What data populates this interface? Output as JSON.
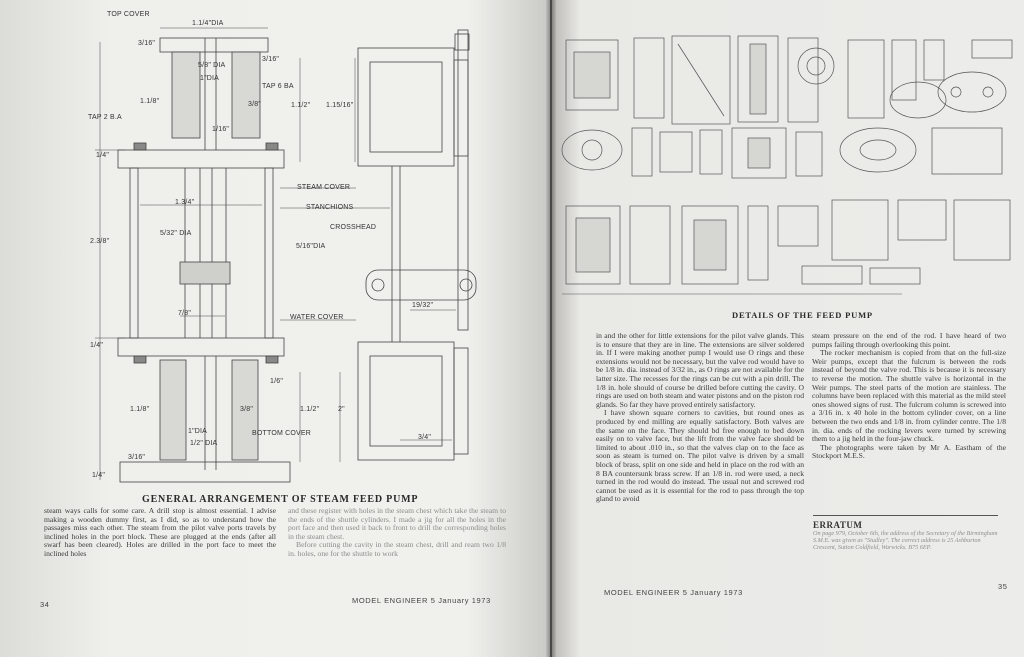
{
  "left_page": {
    "labels": {
      "top_cover": "TOP COVER",
      "dim_1_1_4_dia": "1.1/4\"DIA",
      "dim_3_16_a": "3/16\"",
      "dim_5_8_dia": "5/8\" DIA",
      "dim_1_dia": "1\"DIA",
      "dim_3_16_b": "3/16\"",
      "tap_6ba": "TAP 6 BA",
      "dim_1_1_8": "1.1/8\"",
      "dim_3_8_a": "3/8\"",
      "tap_2ba": "TAP 2 B.A",
      "dim_1_1_2_a": "1.1/2\"",
      "dim_1_15_16": "1.15/16\"",
      "dim_1_16_a": "1/16\"",
      "dim_1_4_a": "1/4\"",
      "steam_cover": "STEAM COVER",
      "dim_1_3_4": "1.3/4\"",
      "stanchions": "STANCHIONS",
      "dim_5_32_dia": "5/32\" DIA",
      "crosshead": "CROSSHEAD",
      "dim_2_3_8": "2.3/8\"",
      "dim_5_16_dia": "5/16\"DIA",
      "dim_7_8": "7/8\"",
      "dim_19_32": "19/32\"",
      "water_cover": "WATER COVER",
      "dim_1_4_b": "1/4\"",
      "dim_1_6": "1/6\"",
      "dim_1_1_8_b": "1.1/8\"",
      "dim_3_8_b": "3/8\"",
      "dim_1_1_2_b": "1.1/2\"",
      "dim_2": "2\"",
      "dim_3_4": "3/4\"",
      "dim_1_dia_b": "1\"DIA",
      "dim_1_2_dia": "1/2\" DIA",
      "bottom_cover": "BOTTOM COVER",
      "dim_3_16_c": "3/16\"",
      "dim_1_4_c": "1/4\""
    },
    "caption": "GENERAL ARRANGEMENT OF STEAM FEED PUMP",
    "col1": "steam ways calls for some care. A drill stop is almost essential. I advise making a wooden dummy first, as I did, so as to understand how the passages miss each other. The steam from the pilot valve ports travels by inclined holes in the port block. These are plugged at the ends (after all swarf has been cleared). Holes are drilled in the port face to meet the inclined holes",
    "col2": "and these register with holes in the steam chest which take the steam to the ends of the shuttle cylinders. I made a jig for all the holes in the port face and then used it back to front to drill the corresponding holes in the steam chest.",
    "col2b": "Before cutting the cavity in the steam chest, drill and ream two 1/8 in. holes, one for the shuttle to work",
    "page_number": "34",
    "footer": "MODEL ENGINEER   5 January 1973"
  },
  "right_page": {
    "caption": "DETAILS OF THE FEED PUMP",
    "col1": [
      "in and the other for little extensions for the pilot valve glands. This is to ensure that they are in line. The extensions are silver soldered in. If I were making another pump I would use O rings and these extensions would not be necessary, but the valve rod would have to be 1/8 in. dia. instead of 3/32 in., as O rings are not available for the latter size. The recesses for the rings can be cut with a pin drill. The 1/8 in. hole should of course be drilled before cutting the cavity. O rings are used on both steam and water pistons and on the piston rod glands. So far they have proved entirely satisfactory.",
      "I have shown square corners to cavities, but round ones as produced by end milling are equally satisfactory. Both valves are the same on the face. They should bd free enough to bed down easily on to valve face, but the lift from the valve face should be limited to about .010 in., so that the valves clap on to the face as soon as steam is turned on. The pilot valve is driven by a small block of brass, split on one side and held in place on the rod with an 8 BA countersunk brass screw. If an 1/8 in. rod were used, a neck turned in the rod would do instead. The usual nut and screwed rod cannot be used as it is essential for the rod to pass through the top gland to avoid"
    ],
    "col2": [
      "steam pressure on the end of the rod. I have heard of two pumps failing through overlooking this point.",
      "The rocker mechanism is copied from that on the full-size Weir pumps, except that the fulcrum is between the rods instead of beyond the valve rod. This is because it is necessary to reverse the motion. The shuttle valve is horizontal in the Weir pumps. The steel parts of the motion are stainless. The columns have been replaced with this material as the mild steel ones showed signs of rust. The fulcrum column is screwed into a 3/16 in. x 40 hole in the bottom cylinder cover, on a line between the two ends and 1/8 in. from cylinder centre. The 1/8 in. dia. ends of the rocking levers were turned by screwing them to a jig held in the four-jaw chuck.",
      "The photographs were taken by Mr A. Eastham of the Stockport M.E.S."
    ],
    "erratum_title": "ERRATUM",
    "erratum_body": "On page 979, October 6th, the address of the Secretary of the Birmingham S.M.E. was given as \"Studley\". The correct address is 25 Ashburton Crescent, Sutton Coldfield, Warwicks. B75 6EP.",
    "footer": "MODEL ENGINEER  5 January 1973",
    "page_number": "35"
  }
}
